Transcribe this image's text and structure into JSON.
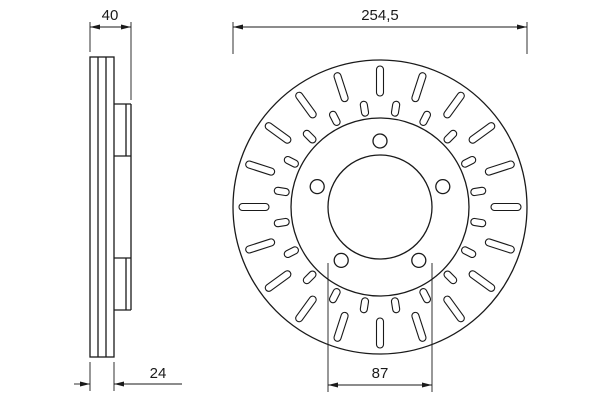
{
  "drawing": {
    "type": "technical-drawing",
    "subject": "vented brake disc, side view and front view",
    "views": {
      "side": {
        "top_dim": "40",
        "bottom_dim": "24"
      },
      "front": {
        "top_dim": "254,5",
        "bottom_dim": "87"
      }
    },
    "colors": {
      "line": "#1a1a1a",
      "background": "#ffffff"
    }
  }
}
